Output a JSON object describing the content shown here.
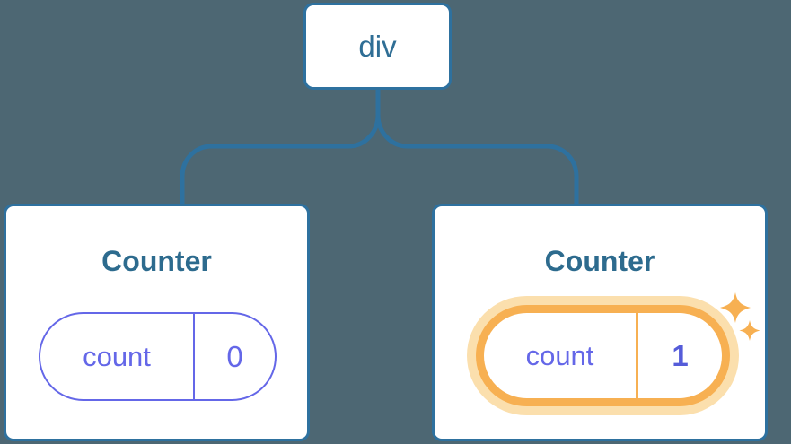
{
  "diagram": {
    "type": "component-tree",
    "root": {
      "label": "div"
    },
    "cards": [
      {
        "title": "Counter",
        "state_key": "count",
        "state_value": "0",
        "highlighted": false
      },
      {
        "title": "Counter",
        "state_key": "count",
        "state_value": "1",
        "highlighted": true
      }
    ],
    "icons": {
      "highlight": "sparkles-icon"
    }
  },
  "colors": {
    "bg": "#4d6773",
    "line": "#2e719f",
    "text-blue": "#2f6e95",
    "title": "#2d6b8e",
    "card-bg": "#ffffff",
    "purple": "#6467e8",
    "purple-strong": "#555cd9",
    "orange": "#f7b052",
    "orange-glow": "#fbdfad"
  }
}
